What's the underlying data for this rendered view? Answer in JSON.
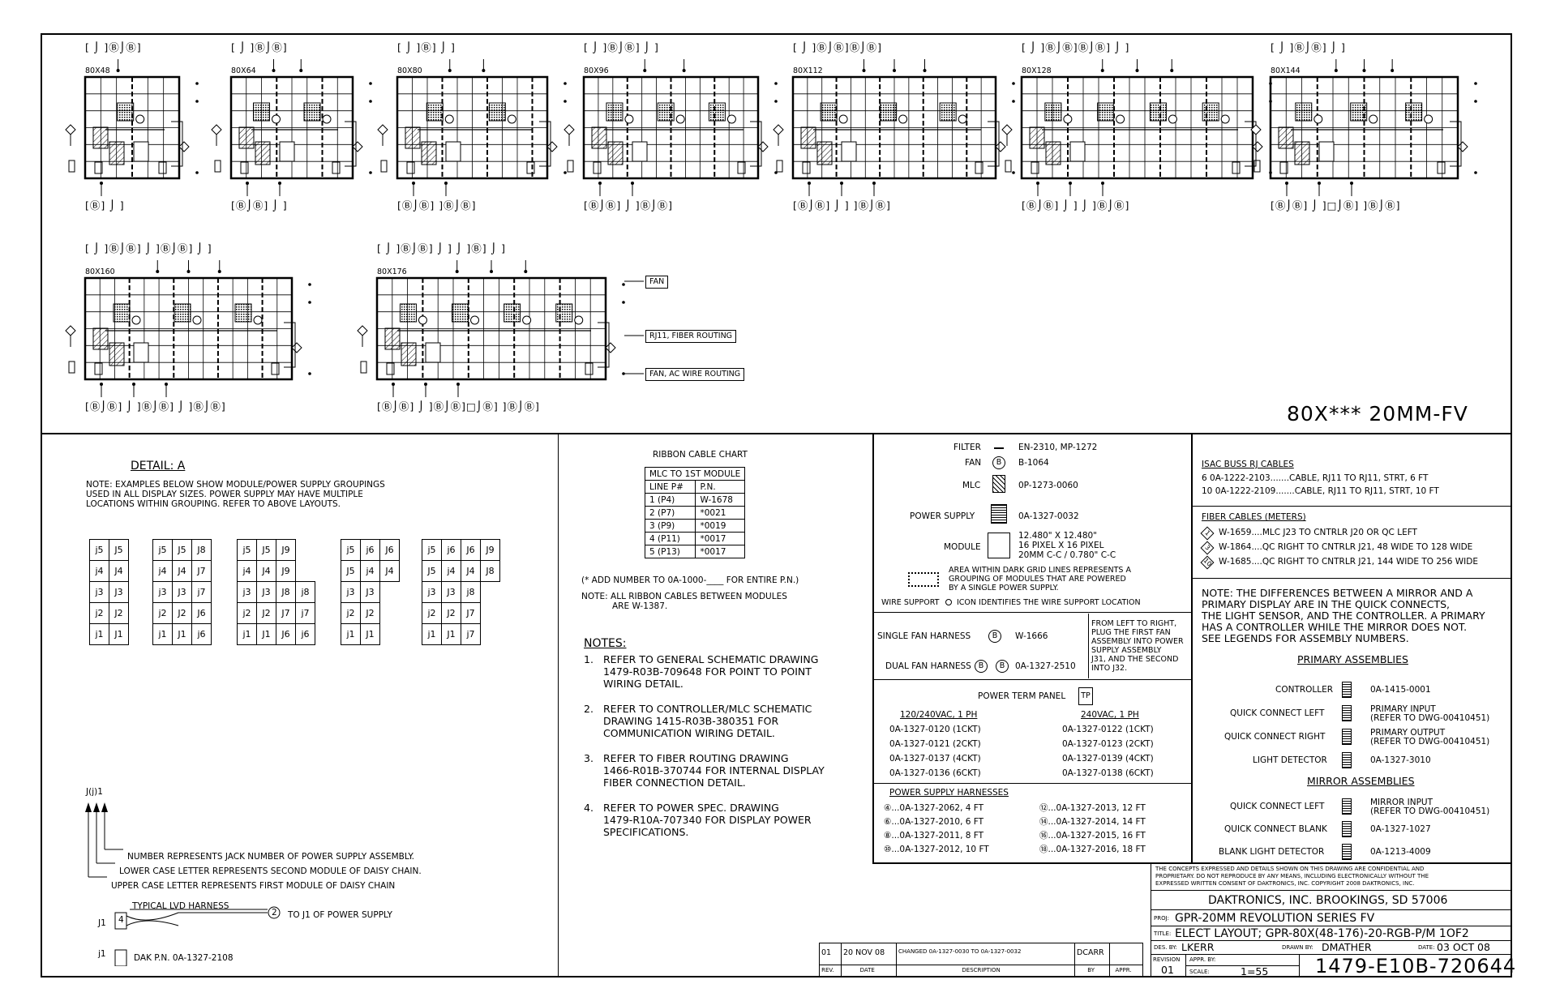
{
  "layouts": {
    "sizes": [
      "80X48",
      "80X64",
      "80X80",
      "80X96",
      "80X112",
      "80X128",
      "80X144",
      "80X160",
      "80X176"
    ],
    "top_brackets": [
      "[ ⌡ ]Ⓑ⌡Ⓑ]",
      "[ ⌡ ]Ⓑ⌡Ⓑ]",
      "[ ⌡ ]Ⓑ] ⌡ ]",
      "[ ⌡ ]Ⓑ⌡Ⓑ] ⌡ ]",
      "[ ⌡ ]Ⓑ⌡Ⓑ]Ⓑ⌡Ⓑ]",
      "[ ⌡ ]Ⓑ⌡Ⓑ]Ⓑ⌡Ⓑ] ⌡ ]",
      "[ ⌡ ]Ⓑ⌡Ⓑ] ⌡ ]",
      "[ ⌡ ]Ⓑ⌡Ⓑ] ⌡ ]Ⓑ⌡Ⓑ] ⌡ ]",
      "[ ⌡ ]Ⓑ⌡Ⓑ] ⌡ ] ⌡ ]Ⓑ] ⌡ ]"
    ],
    "bottom_brackets": [
      "[Ⓑ] ⌡ ]",
      "[Ⓑ⌡Ⓑ] ⌡ ]",
      "[Ⓑ⌡Ⓑ] ]Ⓑ⌡Ⓑ]",
      "[Ⓑ⌡Ⓑ] ⌡ ]Ⓑ⌡Ⓑ]",
      "[Ⓑ⌡Ⓑ] ⌡ ] ]Ⓑ⌡Ⓑ]",
      "[Ⓑ⌡Ⓑ] ⌡ ] ⌡ ]Ⓑ⌡Ⓑ]",
      "[Ⓑ⌡Ⓑ] ⌡ ]□⌡Ⓑ] ]Ⓑ⌡Ⓑ]",
      "[Ⓑ⌡Ⓑ] ⌡ ]Ⓑ⌡Ⓑ] ⌡ ]Ⓑ⌡Ⓑ]",
      "[Ⓑ⌡Ⓑ] ⌡ ]Ⓑ⌡Ⓑ]□⌡Ⓑ] ]Ⓑ⌡Ⓑ]"
    ],
    "callouts": [
      "FAN",
      "RJ11, FIBER ROUTING",
      "FAN, AC WIRE ROUTING"
    ],
    "title": "80X*** 20MM-FV"
  },
  "detail": {
    "title": "DETAIL: A",
    "note": [
      "NOTE: EXAMPLES BELOW SHOW MODULE/POWER SUPPLY GROUPINGS",
      "USED IN ALL DISPLAY SIZES. POWER SUPPLY MAY HAVE MULTIPLE",
      "LOCATIONS WITHIN GROUPING. REFER TO ABOVE LAYOUTS."
    ],
    "jack_groups": [
      [
        [
          "j5",
          "J5"
        ],
        [
          "j4",
          "J4"
        ],
        [
          "j3",
          "J3"
        ],
        [
          "j2",
          "J2"
        ],
        [
          "j1",
          "J1"
        ]
      ],
      [
        [
          "j5",
          "J5",
          "J8"
        ],
        [
          "j4",
          "J4",
          "J7"
        ],
        [
          "j3",
          "J3",
          "j7"
        ],
        [
          "j2",
          "J2",
          "J6"
        ],
        [
          "j1",
          "J1",
          "j6"
        ]
      ],
      [
        [
          "j5",
          "J5",
          "J9"
        ],
        [
          "j4",
          "J4",
          "J9"
        ],
        [
          "j3",
          "J3",
          "J8",
          "j8"
        ],
        [
          "j2",
          "J2",
          "J7",
          "j7"
        ],
        [
          "j1",
          "J1",
          "J6",
          "j6"
        ]
      ],
      [
        [
          "j5",
          "j6",
          "J6"
        ],
        [
          "J5",
          "j4",
          "J4"
        ],
        [
          "j3",
          "J3"
        ],
        [
          "j2",
          "J2"
        ],
        [
          "j1",
          "J1"
        ]
      ],
      [
        [
          "j5",
          "j6",
          "J6",
          "J9"
        ],
        [
          "J5",
          "j4",
          "J4",
          "J8"
        ],
        [
          "j3",
          "J3",
          "j8"
        ],
        [
          "j2",
          "J2",
          "J7"
        ],
        [
          "j1",
          "J1",
          "j7"
        ]
      ]
    ],
    "jack_label": "J(j)1",
    "legend": [
      "NUMBER REPRESENTS JACK NUMBER OF POWER SUPPLY ASSEMBLY.",
      "LOWER CASE LETTER REPRESENTS SECOND MODULE OF DAISY CHAIN.",
      "UPPER CASE LETTER REPRESENTS FIRST MODULE OF DAISY CHAIN"
    ],
    "harness_title": "TYPICAL LVD HARNESS",
    "harness_j1_upper": "J1",
    "harness_j1_lower": "j1",
    "harness_n4": "4",
    "harness_n2": "2",
    "harness_to": "TO J1 OF POWER SUPPLY",
    "harness_pn": "DAK P.N. 0A-1327-2108"
  },
  "ribbon": {
    "title": "RIBBON CABLE CHART",
    "header": "MLC TO 1ST MODULE",
    "cols": [
      "LINE P#",
      "P.N."
    ],
    "rows": [
      [
        "1 (P4)",
        "W-1678"
      ],
      [
        "2 (P7)",
        "*0021"
      ],
      [
        "3 (P9)",
        "*0019"
      ],
      [
        "4 (P11)",
        "*0017"
      ],
      [
        "5 (P13)",
        "*0017"
      ]
    ],
    "add_note": "(* ADD NUMBER TO 0A-1000-____ FOR ENTIRE P.N.)",
    "note1": "NOTE: ALL RIBBON CABLES BETWEEN MODULES",
    "note2": "ARE W-1387."
  },
  "notes": {
    "title": "NOTES:",
    "items": [
      [
        "1.",
        "REFER TO GENERAL SCHEMATIC DRAWING",
        "1479-R03B-709648 FOR POINT TO POINT",
        "WIRING DETAIL."
      ],
      [
        "2.",
        "REFER TO CONTROLLER/MLC SCHEMATIC",
        "DRAWING 1415-R03B-380351 FOR",
        "COMMUNICATION WIRING DETAIL."
      ],
      [
        "3.",
        "REFER TO FIBER ROUTING DRAWING",
        "1466-R01B-370744 FOR INTERNAL DISPLAY",
        "FIBER CONNECTION DETAIL."
      ],
      [
        "4.",
        "REFER TO POWER SPEC. DRAWING",
        "1479-R10A-707340 FOR DISPLAY POWER",
        "SPECIFICATIONS."
      ]
    ]
  },
  "legend": {
    "filter_label": "FILTER",
    "filter_val": "EN-2310, MP-1272",
    "fan_label": "FAN",
    "fan_sym": "B",
    "fan_val": "B-1064",
    "mlc_label": "MLC",
    "mlc_val": "0P-1273-0060",
    "ps_label": "POWER SUPPLY",
    "ps_sym": "PS",
    "ps_val": "0A-1327-0032",
    "module_label": "MODULE",
    "module_val": [
      "12.480\" X 12.480\"",
      "16 PIXEL X 16 PIXEL",
      "20MM C-C / 0.780\" C-C"
    ],
    "area_text": [
      "AREA WITHIN DARK GRID LINES REPRESENTS A",
      "GROUPING OF MODULES THAT ARE POWERED",
      "BY A SINGLE POWER SUPPLY."
    ],
    "wire_support": "WIRE SUPPORT",
    "wire_support_text": "ICON IDENTIFIES THE WIRE SUPPORT LOCATION",
    "single_fan": "SINGLE FAN HARNESS",
    "single_fan_val": "W-1666",
    "dual_fan": "DUAL FAN HARNESS",
    "dual_fan_val": "0A-1327-2510",
    "fan_note": [
      "FROM LEFT TO RIGHT,",
      "PLUG THE FIRST FAN",
      "ASSEMBLY INTO POWER",
      "SUPPLY ASSEMBLY",
      "J31, AND THE SECOND",
      "INTO J32."
    ],
    "term_panel": "POWER TERM PANEL",
    "term_sym": "TP",
    "col1_title": "120/240VAC, 1 PH",
    "col2_title": "240VAC, 1 PH",
    "col1": [
      "0A-1327-0120 (1CKT)",
      "0A-1327-0121 (2CKT)",
      "0A-1327-0137 (4CKT)",
      "0A-1327-0136 (6CKT)"
    ],
    "col2": [
      "0A-1327-0122 (1CKT)",
      "0A-1327-0123 (2CKT)",
      "0A-1327-0139 (4CKT)",
      "0A-1327-0138 (6CKT)"
    ],
    "psh_title": "POWER SUPPLY HARNESSES",
    "psh1": [
      "④...0A-1327-2062, 4 FT",
      "⑥...0A-1327-2010, 6 FT",
      "⑧...0A-1327-2011, 8 FT",
      "⑩...0A-1327-2012, 10 FT"
    ],
    "psh2": [
      "⑫...0A-1327-2013, 12 FT",
      "⑭...0A-1327-2014, 14 FT",
      "⑯...0A-1327-2015, 16 FT",
      "⑱...0A-1327-2016, 18 FT"
    ]
  },
  "right": {
    "isac_title": "ISAC BUSS RJ CABLES",
    "isac": [
      "6  0A-1222-2103.......CABLE, RJ11 TO RJ11, STRT, 6 FT",
      "10 0A-1222-2109.......CABLE, RJ11 TO RJ11, STRT, 10 FT"
    ],
    "fiber_title": "FIBER CABLES (METERS)",
    "fiber": [
      "W-1659....MLC J23 TO CNTRLR J20 OR QC LEFT",
      "W-1864....QC RIGHT TO CNTRLR J21, 48 WIDE TO 128 WIDE",
      "W-1685....QC RIGHT TO CNTRLR J21, 144 WIDE TO 256 WIDE"
    ],
    "fiber_sym": [
      "1",
      "3",
      "10"
    ],
    "note": [
      "NOTE:  THE DIFFERENCES BETWEEN A MIRROR AND A",
      "PRIMARY DISPLAY ARE IN THE QUICK CONNECTS,",
      "THE LIGHT SENSOR, AND THE CONTROLLER.  A PRIMARY",
      "HAS A CONTROLLER WHILE THE MIRROR DOES NOT.",
      "SEE LEGENDS FOR ASSEMBLY NUMBERS."
    ],
    "primary_title": "PRIMARY ASSEMBLIES",
    "primary": [
      [
        "CONTROLLER",
        "0A-1415-0001",
        ""
      ],
      [
        "QUICK CONNECT LEFT",
        "PRIMARY INPUT",
        "(REFER TO DWG-00410451)"
      ],
      [
        "QUICK CONNECT RIGHT",
        "PRIMARY OUTPUT",
        "(REFER TO DWG-00410451)"
      ],
      [
        "LIGHT DETECTOR",
        "0A-1327-3010",
        ""
      ]
    ],
    "mirror_title": "MIRROR ASSEMBLIES",
    "mirror": [
      [
        "QUICK CONNECT LEFT",
        "MIRROR INPUT",
        "(REFER TO DWG-00410451)"
      ],
      [
        "QUICK CONNECT BLANK",
        "0A-1327-1027",
        ""
      ],
      [
        "BLANK LIGHT DETECTOR",
        "0A-1213-4009",
        ""
      ]
    ]
  },
  "titleblock": {
    "confid": [
      "THE CONCEPTS EXPRESSED AND DETAILS SHOWN ON THIS DRAWING ARE CONFIDENTIAL AND",
      "PROPRIETARY. DO NOT REPRODUCE BY ANY MEANS, INCLUDING ELECTRONICALLY WITHOUT THE",
      "EXPRESSED WRITTEN CONSENT OF DAKTRONICS, INC.          COPYRIGHT 2008 DAKTRONICS, INC."
    ],
    "company": "DAKTRONICS, INC.  BROOKINGS, SD 57006",
    "proj_label": "PROJ:",
    "proj": "GPR-20MM REVOLUTION SERIES FV",
    "title_label": "TITLE:",
    "title": "ELECT LAYOUT; GPR-80X(48-176)-20-RGB-P/M 1OF2",
    "des_label": "DES. BY:",
    "des": "LKERR",
    "drawn_label": "DRAWN BY:",
    "drawn": "DMATHER",
    "date_label": "DATE:",
    "date": "03 OCT 08",
    "revision_label": "REVISION",
    "revision": "01",
    "appr_label": "APPR. BY:",
    "scale_label": "SCALE:",
    "scale": "1=55",
    "dwg": "1479-E10B-720644",
    "rev_row": [
      "01",
      "20 NOV 08",
      "CHANGED 0A-1327-0030 TO 0A-1327-0032",
      "DCARR",
      ""
    ],
    "rev_head": [
      "REV.",
      "DATE",
      "DESCRIPTION",
      "BY",
      "APPR."
    ]
  }
}
